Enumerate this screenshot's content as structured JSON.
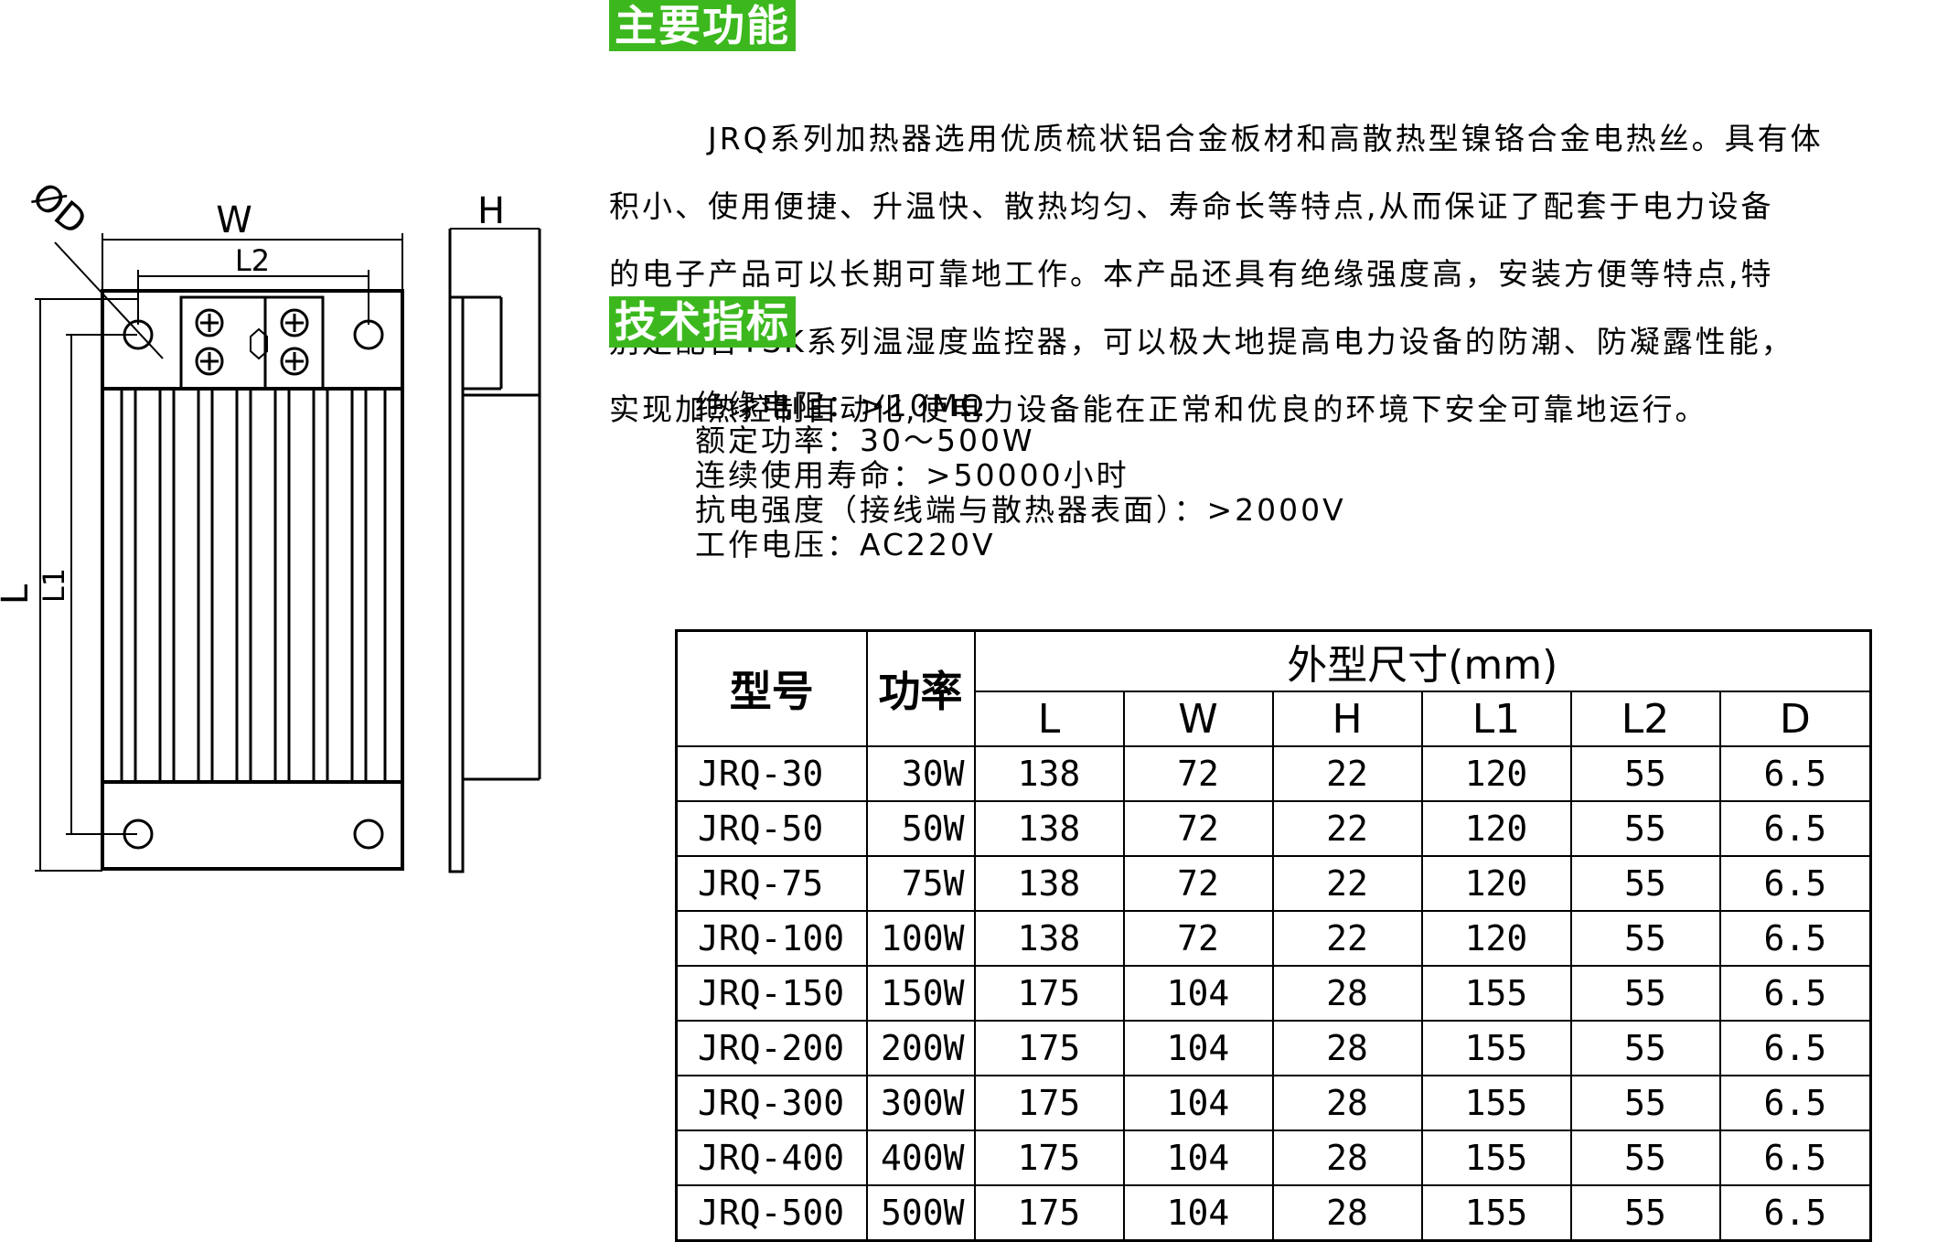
{
  "drawing": {
    "labels": {
      "w": "W",
      "l2": "L2",
      "h": "H",
      "d": "ØD",
      "l": "L",
      "l1": "L1"
    }
  },
  "section_function": {
    "title": "主要功能",
    "paragraph_lines": [
      "　　　JRQ系列加热器选用优质梳状铝合金板材和高散热型镍铬合金电热丝。具有体",
      "积小、使用便捷、升温快、散热均匀、寿命长等特点,从而保证了配套于电力设备",
      "的电子产品可以长期可靠地工作。本产品还具有绝缘强度高，安装方便等特点,特",
      "别是配合TSK系列温湿度监控器，可以极大地提高电力设备的防潮、防凝露性能，",
      "实现加热控制自动化,使电力设备能在正常和优良的环境下安全可靠地运行。"
    ]
  },
  "section_specs": {
    "title": "技术指标",
    "items": [
      "绝缘电阻：>10MΩ",
      "额定功率：30～500W",
      "连续使用寿命：>50000小时",
      "抗电强度（接线端与散热器表面）：>2000V",
      "工作电压：AC220V"
    ]
  },
  "table": {
    "header_model": "型号",
    "header_power": "功率",
    "header_dims": "外型尺寸(mm)",
    "dim_columns": [
      "L",
      "W",
      "H",
      "L1",
      "L2",
      "D"
    ],
    "rows": [
      {
        "model": "JRQ-30",
        "power": "30W",
        "L": "138",
        "W": "72",
        "H": "22",
        "L1": "120",
        "L2": "55",
        "D": "6.5"
      },
      {
        "model": "JRQ-50",
        "power": "50W",
        "L": "138",
        "W": "72",
        "H": "22",
        "L1": "120",
        "L2": "55",
        "D": "6.5"
      },
      {
        "model": "JRQ-75",
        "power": "75W",
        "L": "138",
        "W": "72",
        "H": "22",
        "L1": "120",
        "L2": "55",
        "D": "6.5"
      },
      {
        "model": "JRQ-100",
        "power": "100W",
        "L": "138",
        "W": "72",
        "H": "22",
        "L1": "120",
        "L2": "55",
        "D": "6.5"
      },
      {
        "model": "JRQ-150",
        "power": "150W",
        "L": "175",
        "W": "104",
        "H": "28",
        "L1": "155",
        "L2": "55",
        "D": "6.5"
      },
      {
        "model": "JRQ-200",
        "power": "200W",
        "L": "175",
        "W": "104",
        "H": "28",
        "L1": "155",
        "L2": "55",
        "D": "6.5"
      },
      {
        "model": "JRQ-300",
        "power": "300W",
        "L": "175",
        "W": "104",
        "H": "28",
        "L1": "155",
        "L2": "55",
        "D": "6.5"
      },
      {
        "model": "JRQ-400",
        "power": "400W",
        "L": "175",
        "W": "104",
        "H": "28",
        "L1": "155",
        "L2": "55",
        "D": "6.5"
      },
      {
        "model": "JRQ-500",
        "power": "500W",
        "L": "175",
        "W": "104",
        "H": "28",
        "L1": "155",
        "L2": "55",
        "D": "6.5"
      }
    ]
  }
}
